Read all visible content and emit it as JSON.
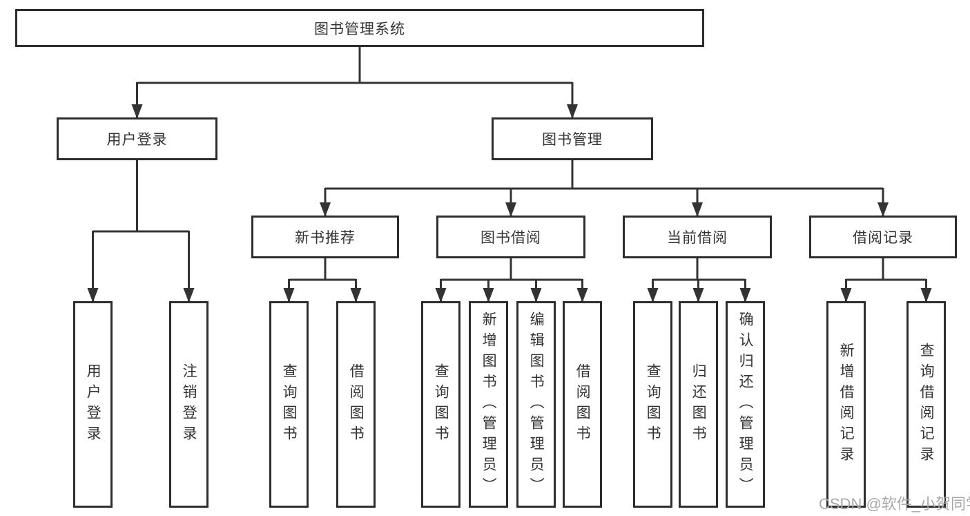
{
  "diagram": {
    "root": {
      "label": "图书管理系统"
    },
    "branches": [
      {
        "label": "用户登录",
        "children": [
          {
            "label": "用户登录"
          },
          {
            "label": "注销登录"
          }
        ]
      },
      {
        "label": "图书管理",
        "children": [
          {
            "label": "新书推荐",
            "children": [
              {
                "label": "查询图书"
              },
              {
                "label": "借阅图书"
              }
            ]
          },
          {
            "label": "图书借阅",
            "children": [
              {
                "label": "查询图书"
              },
              {
                "label": "新增图书（管理员）"
              },
              {
                "label": "编辑图书（管理员）"
              },
              {
                "label": "借阅图书"
              }
            ]
          },
          {
            "label": "当前借阅",
            "children": [
              {
                "label": "查询图书"
              },
              {
                "label": "归还图书"
              },
              {
                "label": "确认归还（管理员）"
              }
            ]
          },
          {
            "label": "借阅记录",
            "children": [
              {
                "label": "新增借阅记录"
              },
              {
                "label": "查询借阅记录"
              }
            ]
          }
        ]
      }
    ],
    "watermark": {
      "text": "CSDN @软件_小贺同学"
    },
    "colors": {
      "line": "#333333",
      "box_border": "#2d2d2d",
      "text": "#333333",
      "watermark": "#a8a8a8",
      "background": "#ffffff"
    }
  }
}
